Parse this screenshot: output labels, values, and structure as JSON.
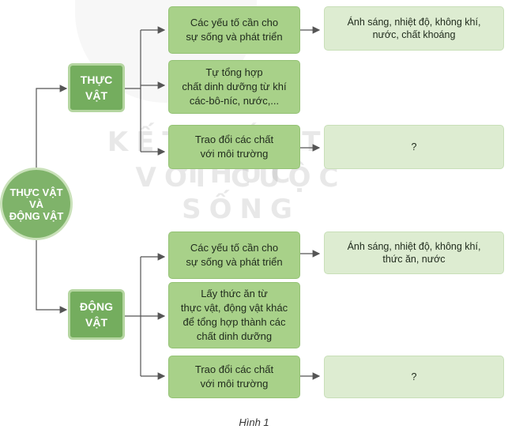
{
  "watermark": {
    "line1": "KẾT NỐI TRI THỨC",
    "line2": "VỚI CUỘC SỐNG"
  },
  "root": {
    "lines": [
      "THỰC VẬT",
      "VÀ",
      "ĐỘNG VẬT"
    ]
  },
  "plant": {
    "label": [
      "THỰC",
      "VẬT"
    ],
    "boxes": [
      {
        "lines": [
          "Các yếu tố cần cho",
          "sự sống và phát triển"
        ]
      },
      {
        "lines": [
          "Tự tổng hợp",
          "chất dinh dưỡng từ khí",
          "các-bô-níc, nước,..."
        ]
      },
      {
        "lines": [
          "Trao đổi các chất",
          "với môi trường"
        ]
      }
    ],
    "answers": [
      {
        "lines": [
          "Ánh sáng, nhiệt độ, không khí,",
          "nước, chất khoáng"
        ]
      },
      {
        "lines": [
          "?"
        ]
      }
    ]
  },
  "animal": {
    "label": [
      "ĐỘNG",
      "VẬT"
    ],
    "boxes": [
      {
        "lines": [
          "Các yếu tố cần cho",
          "sự sống và phát triển"
        ]
      },
      {
        "lines": [
          "Lấy thức ăn từ",
          "thực vật, động vật khác",
          "để tổng hợp thành các",
          "chất dinh dưỡng"
        ]
      },
      {
        "lines": [
          "Trao đổi các chất",
          "với môi trường"
        ]
      }
    ],
    "answers": [
      {
        "lines": [
          "Ánh sáng, nhiệt độ, không khí,",
          "thức ăn, nước"
        ]
      },
      {
        "lines": [
          "?"
        ]
      }
    ]
  },
  "caption": "Hình 1",
  "colors": {
    "root": "#7fb36a",
    "category": "#74ad5e",
    "box": "#a8d189",
    "answer": "#ddecd1",
    "connector": "#555555"
  }
}
